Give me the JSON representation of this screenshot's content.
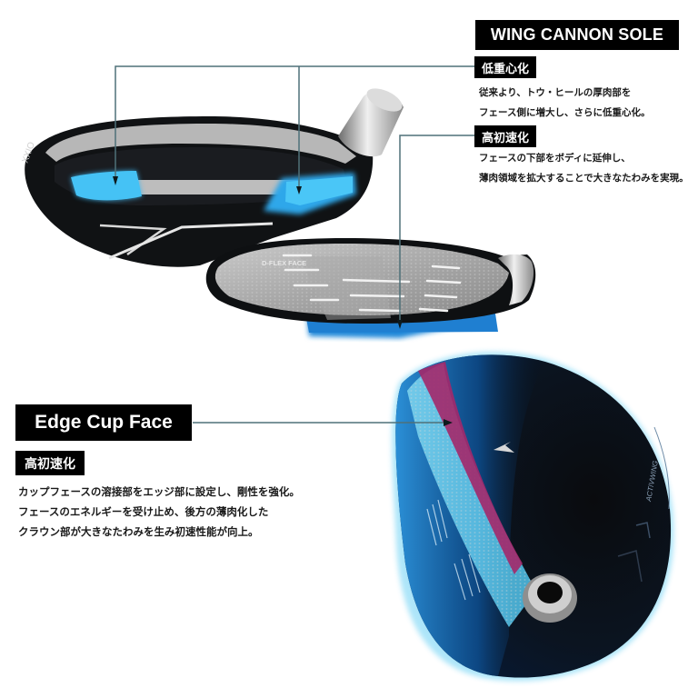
{
  "wing_cannon_sole": {
    "title": "WING CANNON SOLE",
    "features": [
      {
        "tag": "低重心化",
        "lines": [
          "従来より、トウ・ヒールの厚肉部を",
          "フェース側に増大し、さらに低重心化。"
        ]
      },
      {
        "tag": "高初速化",
        "lines": [
          "フェースの下部をボディに延伸し、",
          "薄肉領域を拡大することで大きなたわみを実現。"
        ]
      }
    ]
  },
  "edge_cup_face": {
    "title": "Edge Cup Face",
    "feature": {
      "tag": "高初速化",
      "lines": [
        "カップフェースの溶接部をエッジ部に設定し、剛性を強化。",
        "フェースのエネルギーを受け止め、後方の薄肉化した",
        "クラウン部が大きなたわみを生み初速性能が向上。"
      ]
    }
  },
  "images": {
    "sole_view_label": "club-head-sole-view",
    "face_view_label": "club-face-view",
    "face_text": "D-FLEX FACE",
    "crown_view_label": "club-head-crown-view",
    "crown_text": "ACTIVWING"
  },
  "colors": {
    "tag_bg": "#000000",
    "tag_text": "#ffffff",
    "leader_line": "#4f7179",
    "highlight_blue": "#2fb4f0",
    "highlight_magenta": "#a3286a",
    "head_black": "#0d0f12"
  }
}
